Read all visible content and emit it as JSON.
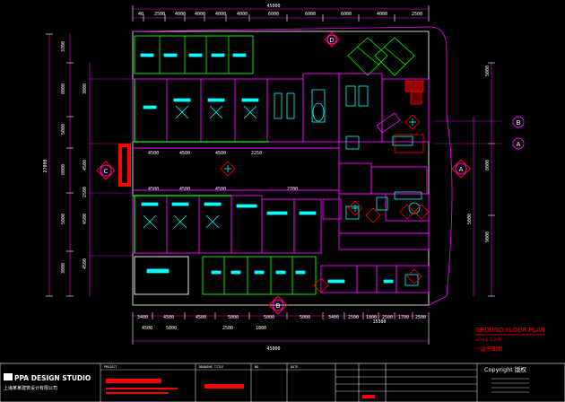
{
  "drawing": {
    "overall_width_top": "45000",
    "overall_width_bottom": "45000",
    "overall_height_left": "27000",
    "top_dims": [
      "40",
      "2500",
      "4000",
      "4000",
      "4000",
      "4000",
      "6000",
      "6000",
      "6000",
      "4000",
      "2500"
    ],
    "bottom_dims": [
      "3400",
      "4500",
      "4500",
      "5000",
      "5000",
      "5000",
      "3400",
      "2500",
      "1800",
      "2500",
      "1700",
      "2500"
    ],
    "bottom_dims_row2": [
      "2500",
      "1800",
      "5000",
      "4500"
    ],
    "left_dims": [
      "3700",
      "8000",
      "5000",
      "8000",
      "5000",
      "3000"
    ],
    "inner_left_dims": [
      "3000",
      "4500",
      "2500",
      "4500",
      "4500"
    ],
    "right_dims": [
      "5000",
      "8000",
      "9000",
      "5000"
    ],
    "room_dims": [
      "4500",
      "4500",
      "4500",
      "2250",
      "4500",
      "4500",
      "4500",
      "2700"
    ],
    "overall_bottom_label": "15300"
  },
  "section_markers": [
    {
      "id": "marker-d",
      "letter": "D"
    },
    {
      "id": "marker-c",
      "letter": "C"
    },
    {
      "id": "marker-b",
      "letter": "B"
    },
    {
      "id": "marker-a-right",
      "letter": "A"
    },
    {
      "id": "marker-b-right",
      "letter": "B"
    },
    {
      "id": "marker-a-small",
      "letter": "A"
    }
  ],
  "plan_title": {
    "english": "GROUND FLOOR PLAN",
    "sub": "SCALE 1:200",
    "chinese": "一层平面图"
  },
  "title_block": {
    "company": "PPA DESIGN STUDIO",
    "company_sub": "上海某某建筑设计有限公司",
    "copyright": "Copyright 版权",
    "project_label": "PROJECT",
    "drawing_label": "DRAWING TITLE",
    "no_label": "NO.",
    "date_label": "DATE"
  },
  "colors": {
    "background": "#000000",
    "wall": "#ff00ff",
    "line_white": "#ffffff",
    "green": "#00ff00",
    "cyan": "#00ffff",
    "red": "#ff0000",
    "yellow": "#ffff00"
  }
}
